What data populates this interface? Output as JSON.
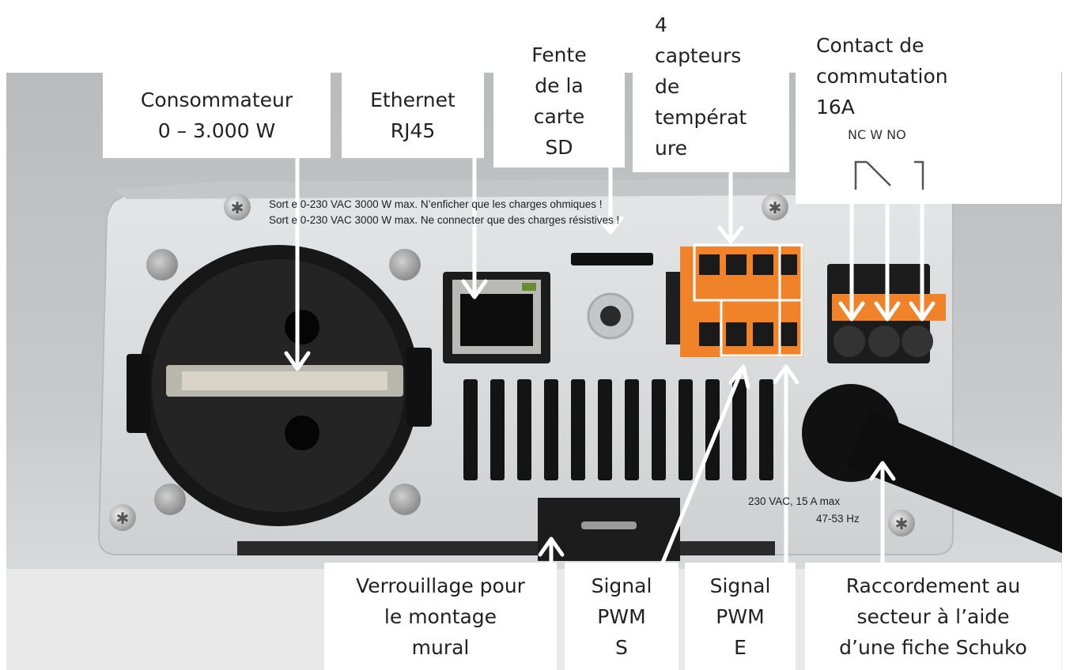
{
  "labels": {
    "consumer": "Consommateur\n0 – 3.000 W",
    "ethernet": "Ethernet\nRJ45",
    "sd_slot": "Fente\nde la\ncarte\nSD",
    "temp_sensors": "4\ncapteurs\nde\ntempérat\nure",
    "switch_contact": "Contact de\ncommutation\n16A",
    "switch_terminals": "NC W NO",
    "wall_lock": "Verrouillage pour\nle montage\nmural",
    "pwm_s": "Signal\nPWM\nS",
    "pwm_e": "Signal\nPWM\nE",
    "mains": "Raccordement au\nsecteur à l’aide\nd’une fiche Schuko"
  },
  "device_print": {
    "output_line1": "Sort e 0-230 VAC 3000 W max. N’enficher que les charges ohmiques !",
    "output_line2": "Sort e 0-230 VAC 3000 W max. Ne connecter que des charges résistives !",
    "mains_rating1": "230 VAC, 15 A max",
    "mains_rating2": "47-53 Hz"
  },
  "colors": {
    "housing": "#d9dadc",
    "socket": "#1a1a1a",
    "terminal_orange": "#f0822a",
    "arrow": "#ffffff",
    "background": "#c9cbcd"
  }
}
